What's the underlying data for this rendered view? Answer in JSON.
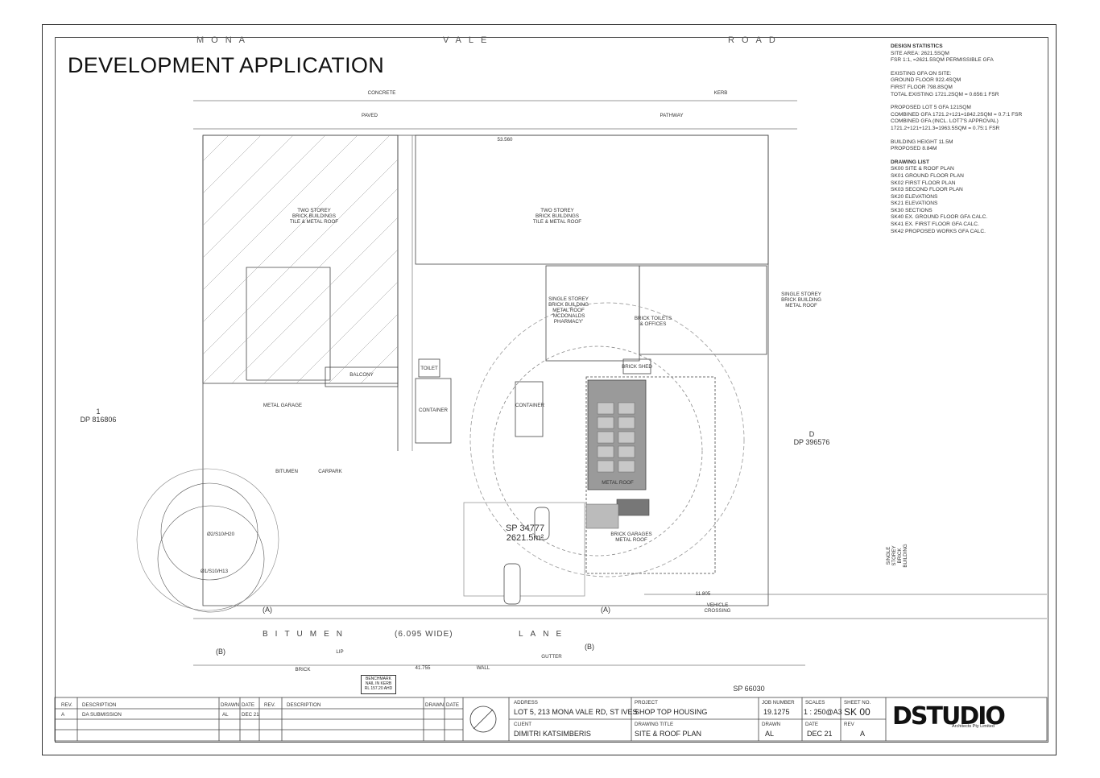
{
  "title": "DEVELOPMENT APPLICATION",
  "road": {
    "w1": "MONA",
    "w2": "VALE",
    "w3": "ROAD"
  },
  "stats": {
    "heading": "DESIGN STATISTICS",
    "site_area": "SITE AREA: 2621.5SQM",
    "fsr": "FSR 1:1, =2621.5SQM PERMISSIBLE GFA",
    "existing_heading": "EXISTING GFA ON SITE:",
    "ground_floor": "GROUND FLOOR 922.4SQM",
    "first_floor": "FIRST FLOOR 798.8SQM",
    "total_existing": "TOTAL EXISTING 1721.2SQM = 0.656:1 FSR",
    "proposed_lot5": "PROPOSED LOT 5 GFA 121SQM",
    "combined_gfa": "COMBINED GFA 1721.2+121=1842.2SQM = 0.7:1 FSR",
    "combined_incl": "COMBINED GFA (INCL. LOT7'S APPROVAL)",
    "combined_incl_calc": "1721.2+121+121.3=1963.5SQM = 0.75:1 FSR",
    "building_height": "BUILDING HEIGHT 11.5M",
    "proposed_height": "PROPOSED 8.84M"
  },
  "drawing_list": {
    "heading": "DRAWING LIST",
    "items": [
      "SK00 SITE & ROOF PLAN",
      "SK01 GROUND FLOOR PLAN",
      "SK02 FIRST FLOOR PLAN",
      "SK03 SECOND FLOOR PLAN",
      "SK20 ELEVATIONS",
      "SK21 ELEVATIONS",
      "SK30 SECTIONS",
      "SK40 EX. GROUND FLOOR GFA CALC.",
      "SK41 EX. FIRST FLOOR GFA CALC.",
      "SK42 PROPOSED WORKS GFA CALC."
    ]
  },
  "plan": {
    "two_storey_left": "TWO STOREY\nBRICK BUILDINGS\nTILE & METAL ROOF",
    "two_storey_mid": "TWO STOREY\nBRICK BUILDINGS\nTILE & METAL ROOF",
    "single_storey_pharmacy": "SINGLE STOREY\nBRICK BUILDING\nMETAL ROOF\n'MCDONALDS\nPHARMACY'",
    "brick_toilets": "BRICK TOILETS\n& OFFICES",
    "single_storey_right": "SINGLE STOREY\nBRICK BUILDING\nMETAL ROOF",
    "metal_garage": "METAL GARAGE",
    "balcony": "BALCONY",
    "container1": "CONTAINER",
    "container2": "CONTAINER",
    "toilet": "TOILET",
    "brick_shed": "BRICK SHED",
    "metal_roof": "METAL ROOF",
    "brick_garages": "BRICK GARAGES\nMETAL ROOF",
    "carpark": "CARPARK",
    "bitumen": "BITUMEN",
    "pathway": "PATHWAY",
    "paved": "PAVED",
    "concrete": "CONCRETE",
    "kerb": "KERB",
    "lot_left": "1\nDP 816806",
    "lot_right": "D\nDP 396576",
    "sp_center": "SP 34777\n2621.5m²",
    "sp_bottom": "SP 66030",
    "dim_top": "53.560",
    "dim_lane": "41.755",
    "dim_right": "11.805",
    "bitumen_lane": "BITUMEN",
    "lane_word": "LANE",
    "lane_width": "(6.095 WIDE)",
    "vehicle_crossing": "VEHICLE CROSSING",
    "single_storey_far_right": "SINGLE STOREY\nBRICK BUILDING",
    "tree1": "Ø2/S10/H20",
    "tree2": "Ø1/S10/H13",
    "wall": "WALL",
    "brick": "BRICK",
    "gutter": "GUTTER",
    "lip": "LIP",
    "section_a": "(A)",
    "section_b": "(B)",
    "benchmark": "BENCHMARK\nNAIL IN KERB\nRL 157.20 AHD"
  },
  "titleblock": {
    "h_rev": "REV.",
    "h_desc": "DESCRIPTION",
    "h_drawn": "DRAWN",
    "h_date": "DATE",
    "rev_a": "A",
    "rev_a_desc": "DA SUBMISSION",
    "rev_a_drawn": "AL",
    "rev_a_date": "DEC 21",
    "address_label": "ADDRESS",
    "address": "LOT 5, 213 MONA VALE RD, ST IVES",
    "client_label": "CLIENT",
    "client": "DIMITRI KATSIMBERIS",
    "project_label": "PROJECT",
    "project": "SHOP TOP HOUSING",
    "drawing_title_label": "DRAWING TITLE",
    "drawing_title": "SITE & ROOF PLAN",
    "job_label": "JOB NUMBER",
    "job": "19.1275",
    "scales_label": "SCALES",
    "scales": "1 : 250@A3",
    "sheet_label": "SHEET NO.",
    "sheet": "SK 00",
    "drawn_label": "DRAWN",
    "drawn": "AL",
    "date_label": "DATE",
    "date": "DEC 21",
    "rev_label": "REV",
    "rev": "A",
    "logo": "DSTUDIO",
    "logo_sub": "Architects Pty Limited"
  }
}
